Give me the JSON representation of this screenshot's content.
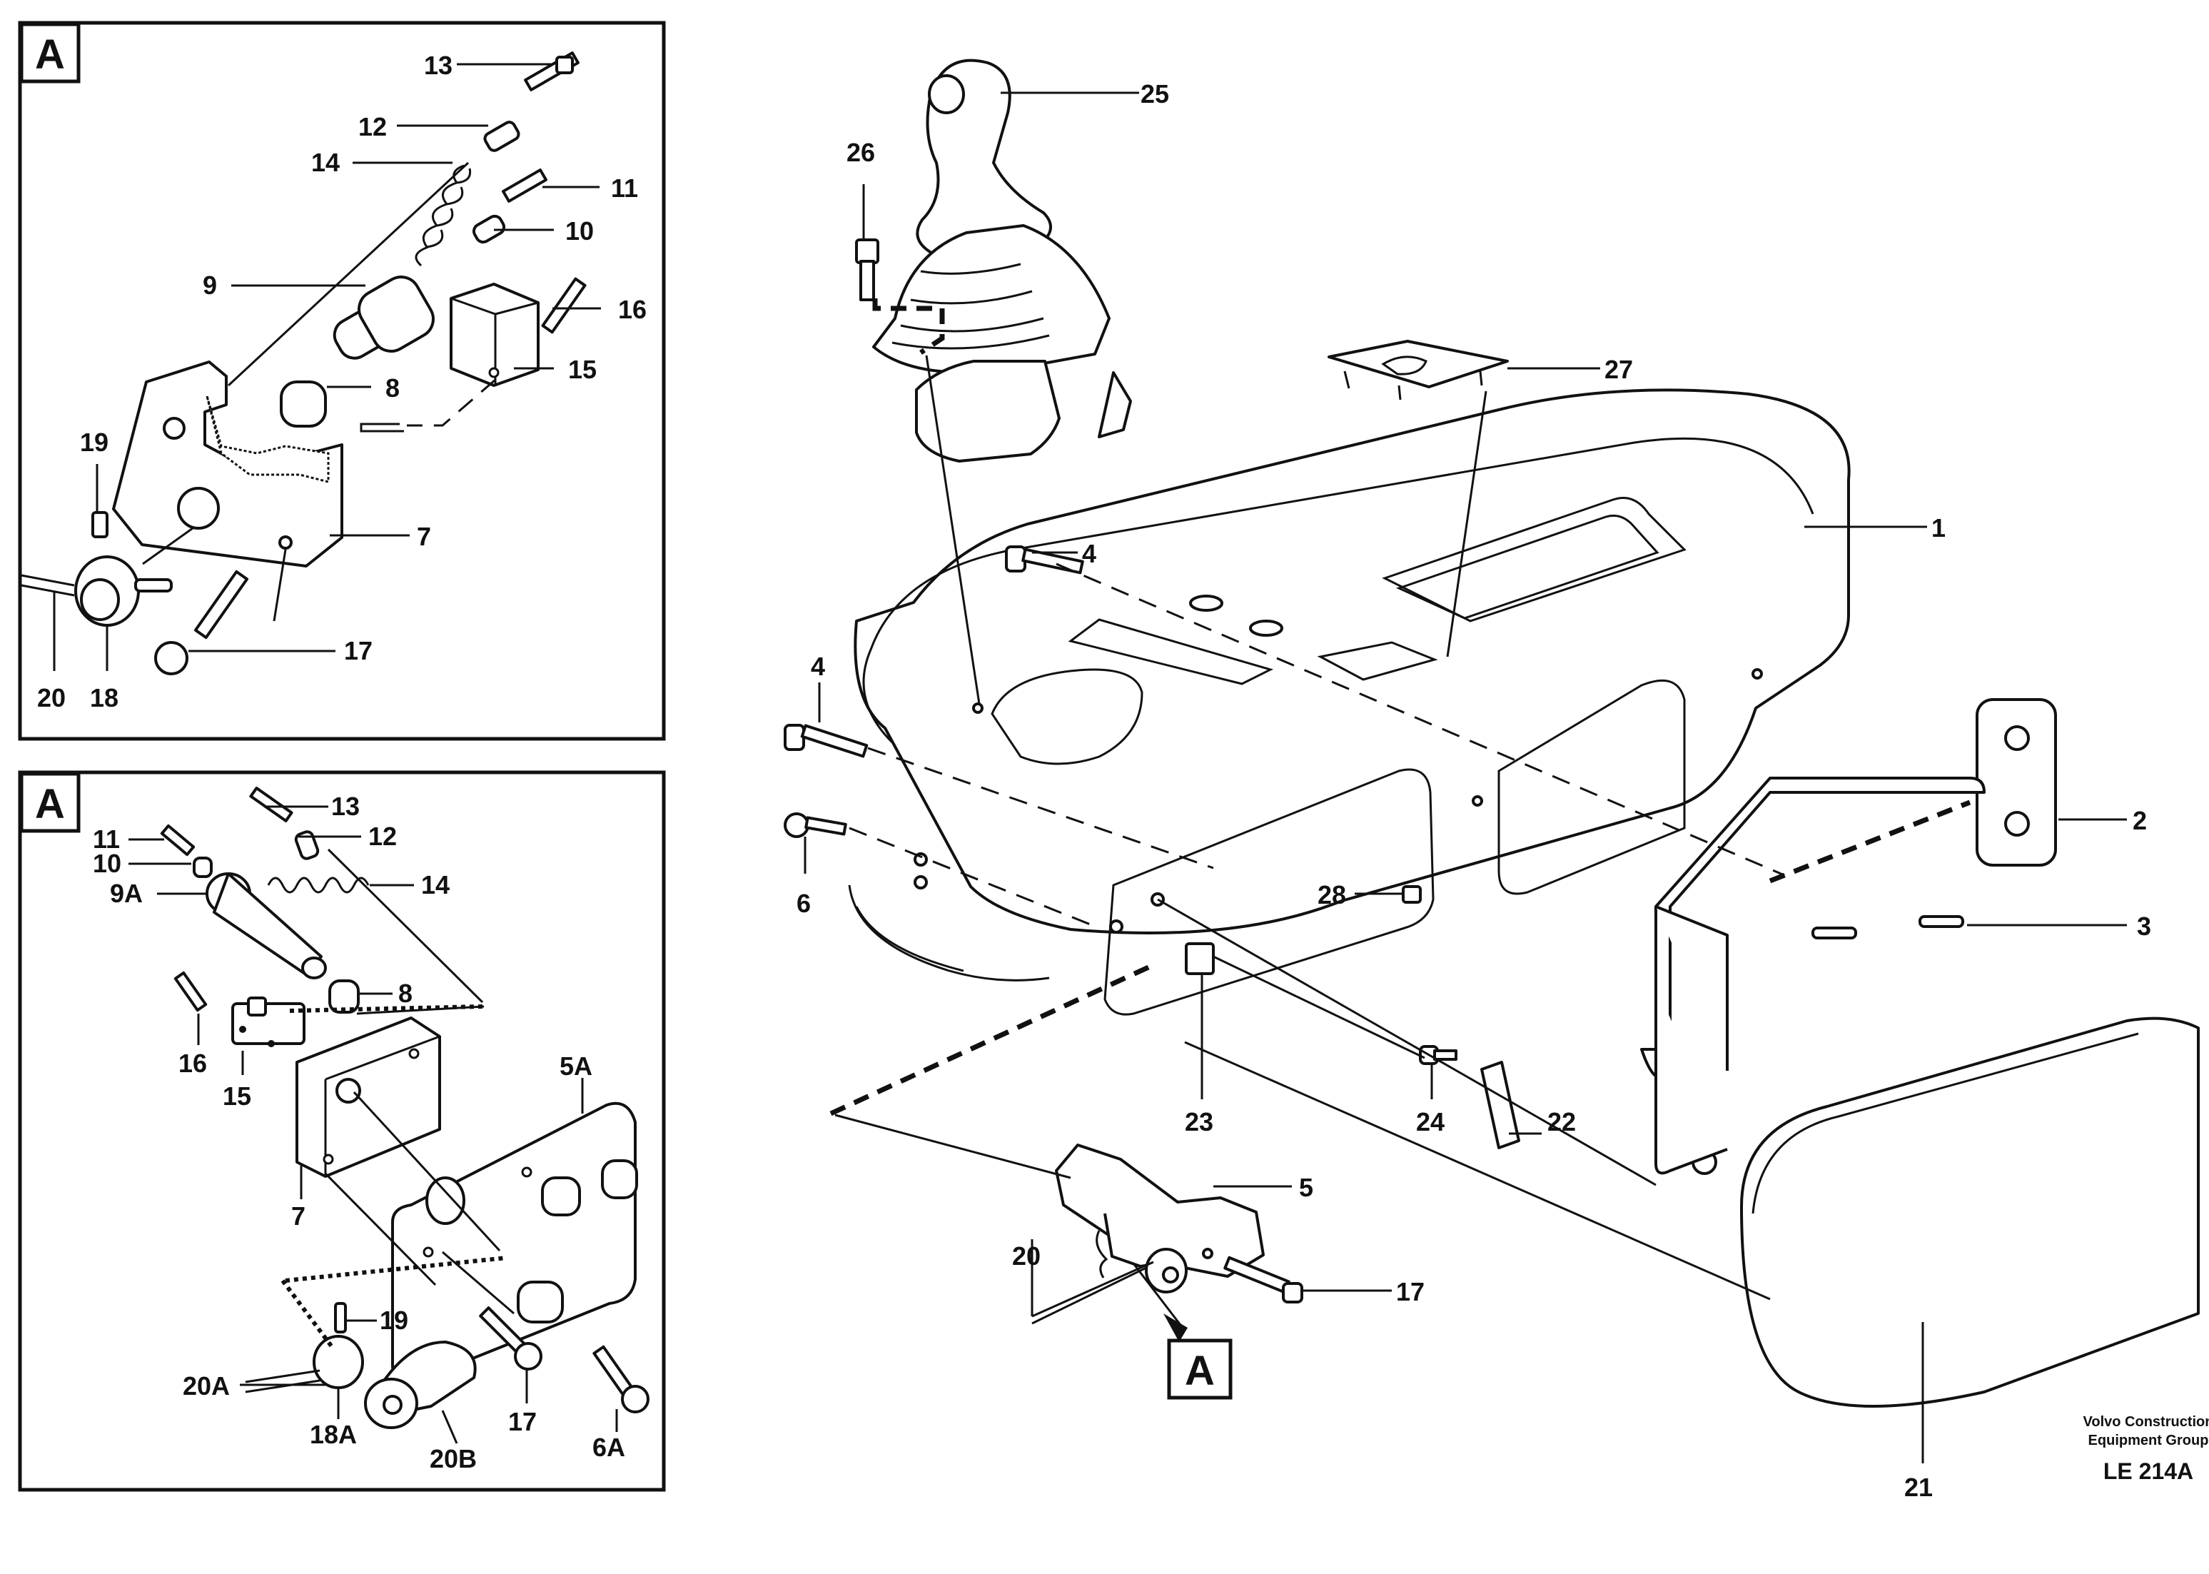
{
  "panels": {
    "top_left_detail_letter": "A",
    "bottom_left_detail_letter": "A",
    "main_detail_reference_letter": "A"
  },
  "callouts": {
    "top_detail": [
      "13",
      "12",
      "14",
      "11",
      "10",
      "9",
      "16",
      "15",
      "8",
      "7",
      "19",
      "17",
      "20",
      "18"
    ],
    "bottom_detail": [
      "13",
      "11",
      "12",
      "10",
      "9A",
      "14",
      "8",
      "16",
      "15",
      "5A",
      "7",
      "19",
      "20A",
      "18A",
      "20B",
      "17",
      "6A"
    ],
    "main": [
      "25",
      "26",
      "27",
      "1",
      "4",
      "4",
      "2",
      "6",
      "28",
      "3",
      "23",
      "24",
      "22",
      "5",
      "20",
      "17",
      "21"
    ]
  },
  "footer": {
    "company_line_1": "Volvo Construction",
    "company_line_2": "Equipment Group",
    "drawing_code": "LE 214A"
  }
}
